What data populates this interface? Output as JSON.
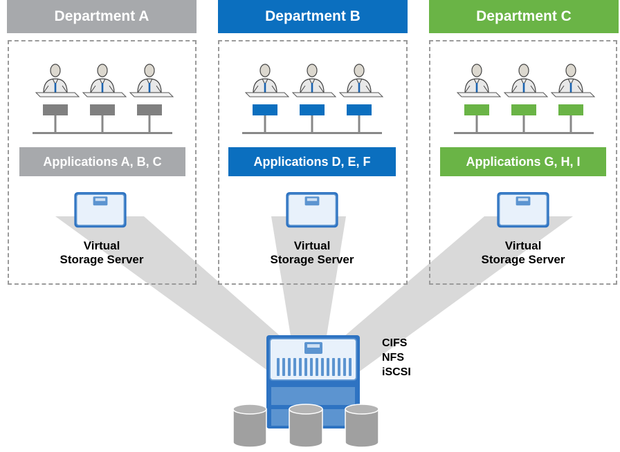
{
  "departments": [
    {
      "header": "Department A",
      "apps": "Applications A, B, C",
      "server_line1": "Virtual",
      "server_line2": "Storage Server",
      "color": "#a7a9ac",
      "desk_color": "#808080"
    },
    {
      "header": "Department B",
      "apps": "Applications D, E, F",
      "server_line1": "Virtual",
      "server_line2": "Storage Server",
      "color": "#0b6fbf",
      "desk_color": "#0b6fbf"
    },
    {
      "header": "Department C",
      "apps": "Applications G, H, I",
      "server_line1": "Virtual",
      "server_line2": "Storage Server",
      "color": "#6ab446",
      "desk_color": "#6ab446"
    }
  ],
  "protocols": [
    "CIFS",
    "NFS",
    "iSCSI"
  ],
  "colors": {
    "beam": "#d9d9d9",
    "server_blue": "#5c94d0",
    "server_light": "#e6f0fa",
    "disk": "#a0a0a0",
    "dash_border": "#9a9a9a"
  },
  "icons": {
    "user": "user-at-desk-icon",
    "server": "storage-server-icon",
    "disk": "disk-cylinder-icon"
  }
}
